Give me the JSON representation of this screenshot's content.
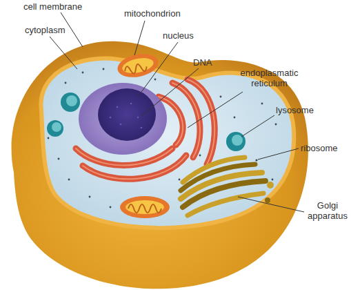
{
  "diagram": {
    "labels": [
      "cell membrane",
      "mitochondrion",
      "cytoplasm",
      "nucleus",
      "DNA",
      "endoplasmatic reticulum",
      "lysosome",
      "ribosome",
      "Golgi apparatus"
    ]
  }
}
